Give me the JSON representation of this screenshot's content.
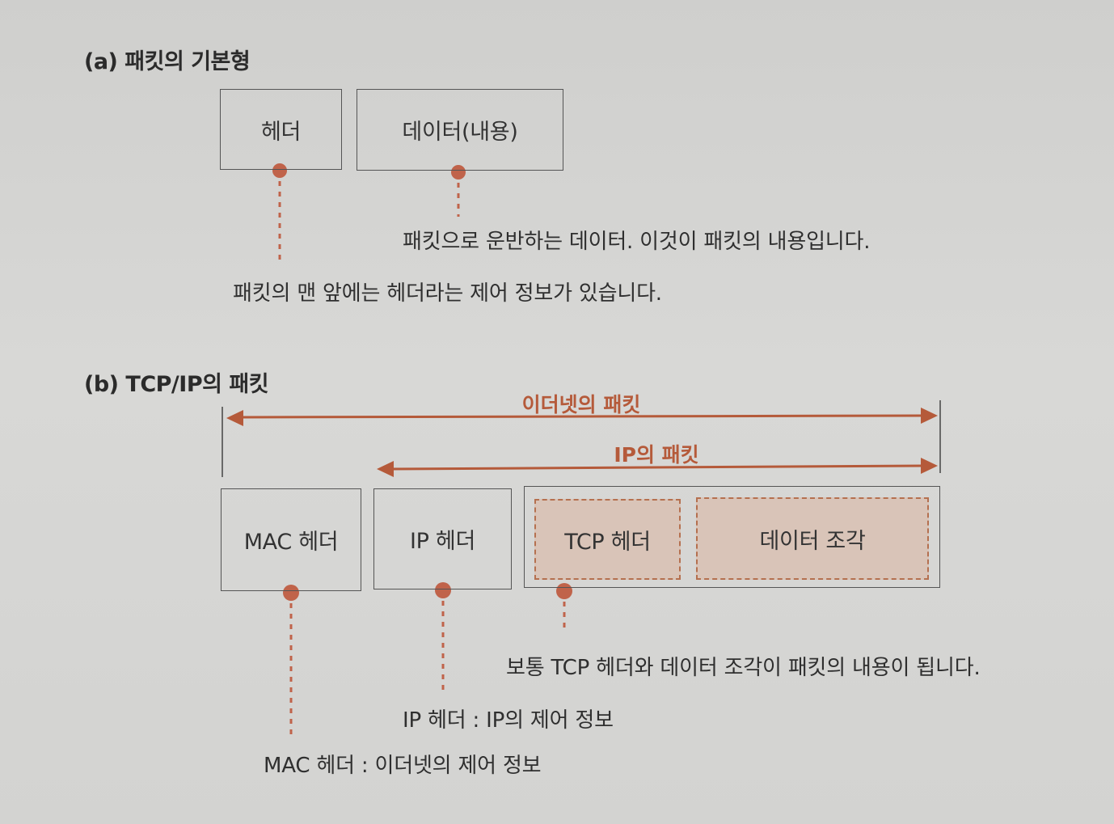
{
  "section_a": {
    "title": "(a) 패킷의 기본형",
    "header_box": "헤더",
    "data_box": "데이터(내용)",
    "data_note": "패킷으로 운반하는 데이터. 이것이 패킷의 내용입니다.",
    "header_note": "패킷의 맨 앞에는 헤더라는 제어 정보가 있습니다."
  },
  "section_b": {
    "title": "(b) TCP/IP의 패킷",
    "ethernet_span_label": "이더넷의 패킷",
    "ip_span_label": "IP의 패킷",
    "mac_header_box": "MAC 헤더",
    "ip_header_box": "IP 헤더",
    "tcp_header_box": "TCP 헤더",
    "data_fragment_box": "데이터 조각",
    "content_note": "보통 TCP 헤더와 데이터 조각이 패킷의 내용이 됩니다.",
    "ip_header_note": "IP 헤더 : IP의 제어 정보",
    "mac_header_note": "MAC 헤더 : 이더넷의 제어 정보"
  },
  "colors": {
    "accent": "#c0634a",
    "arrow": "#b55a3a",
    "box_border": "#555555",
    "fragment_fill": "#d9c4b8"
  }
}
